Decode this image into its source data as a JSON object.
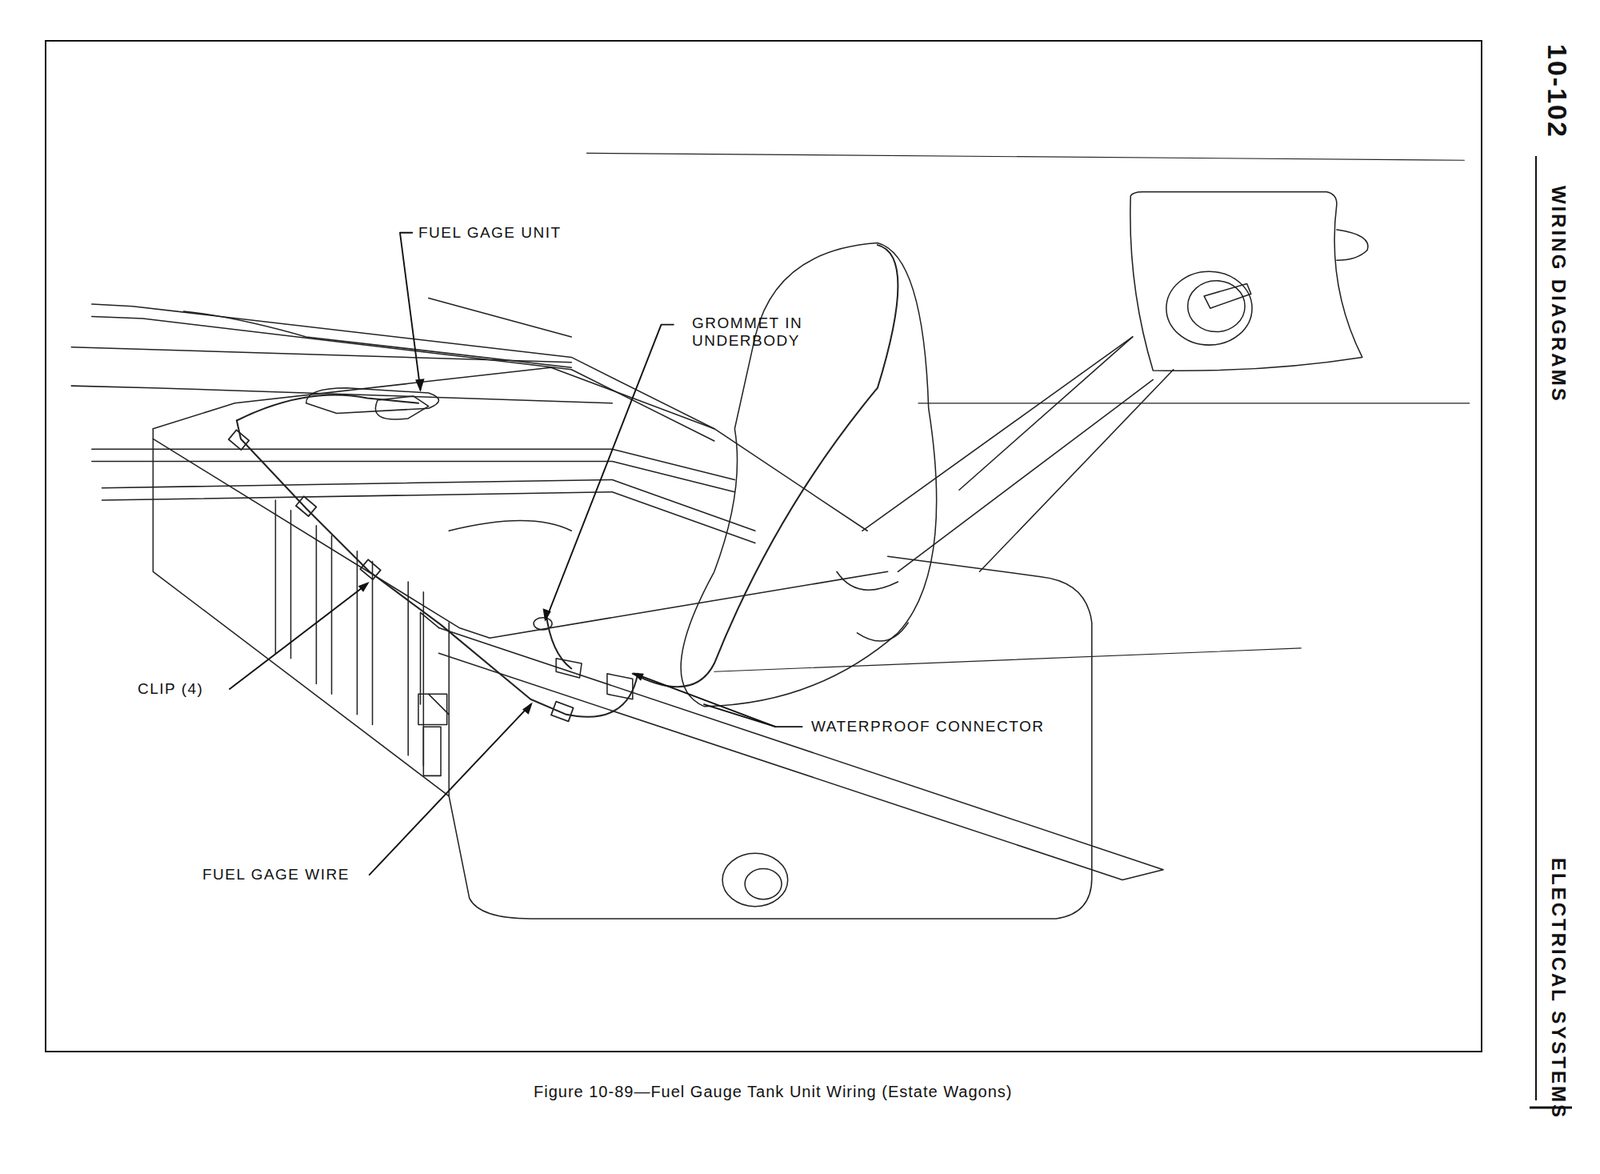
{
  "diagram": {
    "caption": "Figure 10-89—Fuel Gauge Tank Unit Wiring (Estate Wagons)",
    "labels": [
      "FUEL GAGE UNIT",
      "GROMMET IN UNDERBODY",
      "CLIP (4)",
      "WATERPROOF CONNECTOR",
      "FUEL GAGE WIRE",
      "10-102",
      "WIRING DIAGRAMS",
      "ELECTRICAL SYSTEMS"
    ]
  }
}
